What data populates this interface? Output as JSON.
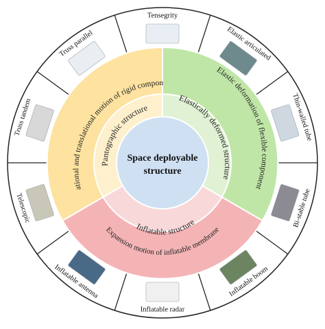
{
  "center": {
    "line1": "Space deployable",
    "line2": "structure"
  },
  "inner_ring": {
    "pantographic": "Pantographic structure",
    "elastic": "Elastically deformed structure",
    "inflatable": "Inflatable structure"
  },
  "middle_ring": {
    "rigid": "Rotational and translational motion of rigid component",
    "flexible": "Elastic deformation of flexible component",
    "membrane": "Expansion motion of inflatable membrane"
  },
  "outer_ring": [
    {
      "key": "tensegrity",
      "label": "Tensegrity"
    },
    {
      "key": "elastic-articulated",
      "label": "Elastic articulated"
    },
    {
      "key": "thin-walled-tube",
      "label": "Thin-walled tube"
    },
    {
      "key": "bi-stable-tube",
      "label": "Bi-stable tube"
    },
    {
      "key": "inflatable-boom",
      "label": "Inflatable boom"
    },
    {
      "key": "inflatable-radar",
      "label": "Inflatable radar"
    },
    {
      "key": "inflatable-antenna",
      "label": "Inflatable antenna"
    },
    {
      "key": "telescopic",
      "label": "Telescopic"
    },
    {
      "key": "truss-tandem",
      "label": "Truss tandem"
    },
    {
      "key": "truss-parallel",
      "label": "Truss parallel"
    }
  ],
  "colors": {
    "rigid_fill": "#fde2a0",
    "rigid_inner": "#fef0cc",
    "flexible_fill": "#bfe6a6",
    "flexible_inner": "#e0f1d4",
    "membrane_fill": "#f4b4b6",
    "membrane_inner": "#f9d8d9",
    "center_fill": "#cfe0f3",
    "outer_border": "#222222"
  }
}
